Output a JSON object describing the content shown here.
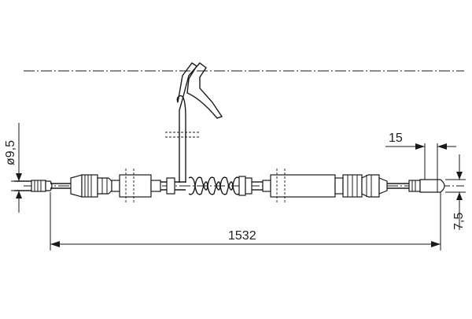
{
  "dimensions": {
    "total_length": "1532",
    "end_offset": "15",
    "end_diameter": "7,5",
    "cable_diameter": "ø9,5"
  }
}
